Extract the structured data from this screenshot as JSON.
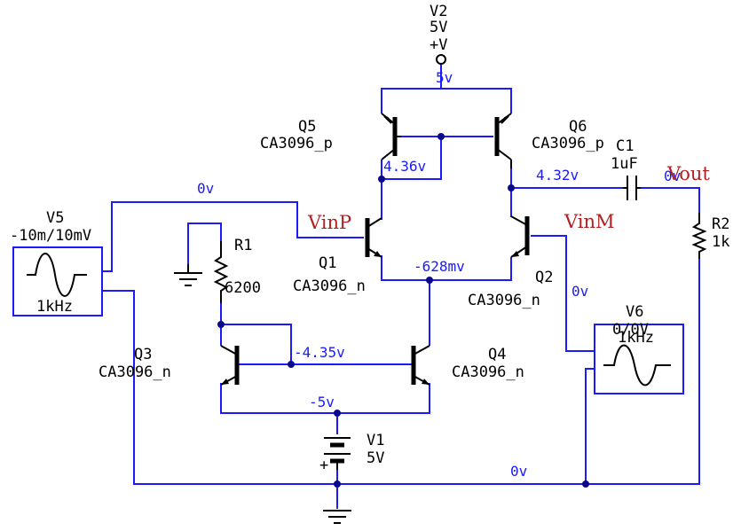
{
  "components": {
    "v2": {
      "name": "V2",
      "value": "5V",
      "terminal": "+V"
    },
    "v1": {
      "name": "V1",
      "value": "5V",
      "plus": "+"
    },
    "v5": {
      "name": "V5",
      "value": "-10m/10mV",
      "freq": "1kHz"
    },
    "v6": {
      "name": "V6",
      "value": "0/0V",
      "freq": "1kHz"
    },
    "r1": {
      "name": "R1",
      "value": "6200"
    },
    "r2": {
      "name": "R2",
      "value": "1k"
    },
    "c1": {
      "name": "C1",
      "value": "1uF"
    },
    "q1": {
      "name": "Q1",
      "model": "CA3096_n"
    },
    "q2": {
      "name": "Q2",
      "model": "CA3096_n"
    },
    "q3": {
      "name": "Q3",
      "model": "CA3096_n"
    },
    "q4": {
      "name": "Q4",
      "model": "CA3096_n"
    },
    "q5": {
      "name": "Q5",
      "model": "CA3096_p"
    },
    "q6": {
      "name": "Q6",
      "model": "CA3096_p"
    }
  },
  "net_labels": {
    "top_rail": "5v",
    "q5_node": "4.36v",
    "q6_node": "4.32v",
    "vinp_wire": "0v",
    "tail": "-628mv",
    "bias": "-4.35v",
    "neg_rail": "-5v",
    "ground_bottom": "0v",
    "vinm_wire": "0v",
    "vout_node": "0v"
  },
  "signal_labels": {
    "vinp": "VinP",
    "vinm": "VinM",
    "vout": "Vout"
  },
  "colors": {
    "wire": "#1a1aff",
    "part": "#000000",
    "signal": "#b02020"
  }
}
